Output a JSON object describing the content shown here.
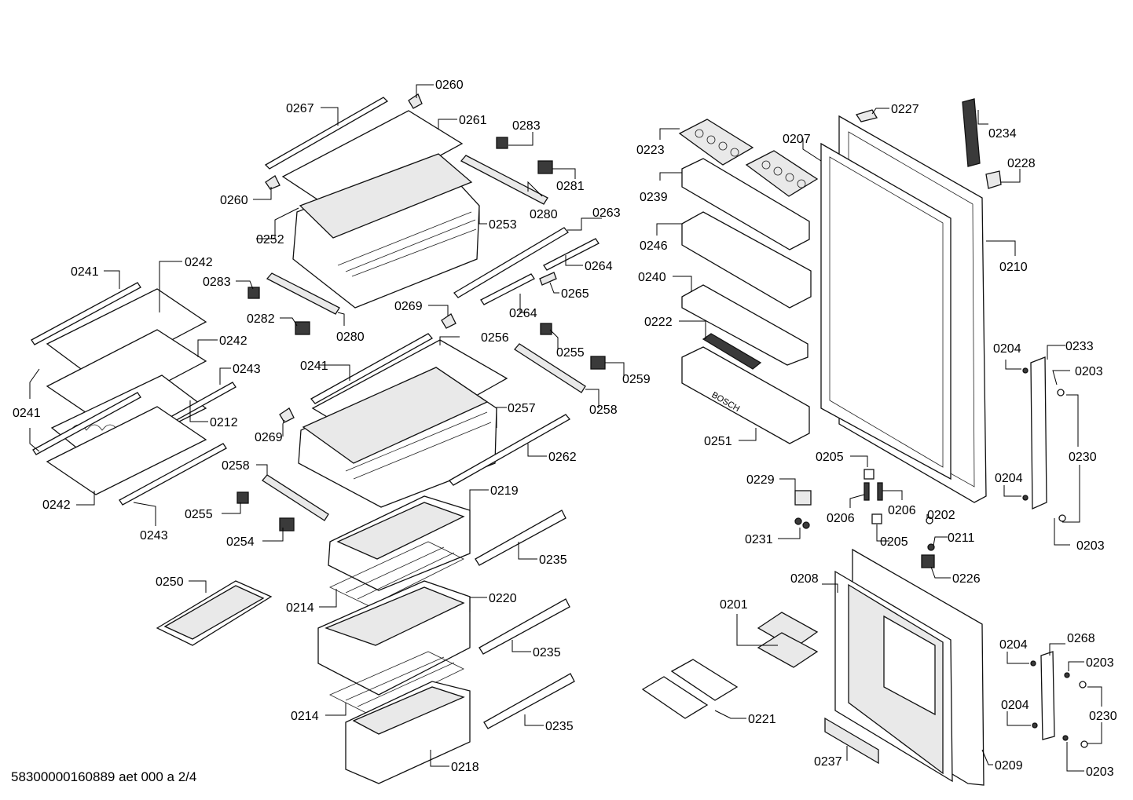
{
  "footer": {
    "reference": "58300000160889 aet 000 a 2/4"
  },
  "part_labels": {
    "p0260a": "0260",
    "p0267": "0267",
    "p0261": "0261",
    "p0283a": "0283",
    "p0281": "0281",
    "p0260b": "0260",
    "p0280a": "0280",
    "p0252": "0252",
    "p0253": "0253",
    "p0263": "0263",
    "p0264a": "0264",
    "p0265": "0265",
    "p0264b": "0264",
    "p0242a": "0242",
    "p0241a": "0241",
    "p0283b": "0283",
    "p0282": "0282",
    "p0280b": "0280",
    "p0269a": "0269",
    "p0242b": "0242",
    "p0243a": "0243",
    "p0241b": "0241",
    "p0256": "0256",
    "p0255a": "0255",
    "p0259": "0259",
    "p0241c": "0241",
    "p0212": "0212",
    "p0258a": "0258",
    "p0257": "0257",
    "p0269b": "0269",
    "p0262": "0262",
    "p0242c": "0242",
    "p0258b": "0258",
    "p0255b": "0255",
    "p0243b": "0243",
    "p0254": "0254",
    "p0219": "0219",
    "p0235a": "0235",
    "p0250": "0250",
    "p0214a": "0214",
    "p0220": "0220",
    "p0235b": "0235",
    "p0214b": "0214",
    "p0235c": "0235",
    "p0218": "0218",
    "p0227": "0227",
    "p0234": "0234",
    "p0223": "0223",
    "p0207": "0207",
    "p0228": "0228",
    "p0239": "0239",
    "p0210": "0210",
    "p0246": "0246",
    "p0240": "0240",
    "p0222": "0222",
    "p0204a": "0204",
    "p0233": "0233",
    "p0203a": "0203",
    "p0251": "0251",
    "p0205a": "0205",
    "p0230a": "0230",
    "p0229": "0229",
    "p0206a": "0206",
    "p0206b": "0206",
    "p0204b": "0204",
    "p0202": "0202",
    "p0231": "0231",
    "p0205b": "0205",
    "p0211": "0211",
    "p0203b": "0203",
    "p0226": "0226",
    "p0208": "0208",
    "p0201": "0201",
    "p0268": "0268",
    "p0204c": "0204",
    "p0203c": "0203",
    "p0230b": "0230",
    "p0204d": "0204",
    "p0221": "0221",
    "p0203d": "0203",
    "p0237": "0237",
    "p0209": "0209"
  }
}
